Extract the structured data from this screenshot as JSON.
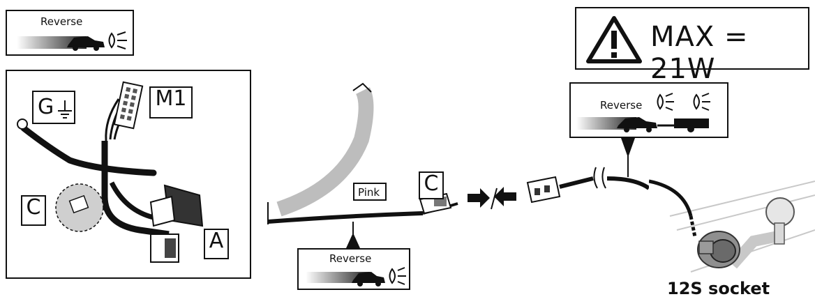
{
  "reverse_badges": {
    "top_left": "Reverse",
    "bottom_center": "Reverse",
    "trailer": "Reverse"
  },
  "warning": {
    "text": "MAX = 21W",
    "icon": "warning-triangle-icon"
  },
  "harness_panel": {
    "ground_label": "G",
    "connector_m1_label": "M1",
    "connector_c_label": "C",
    "connector_a_label": "A"
  },
  "wire": {
    "color_label": "Pink",
    "connector_c_label": "C"
  },
  "socket": {
    "caption": "12S socket"
  },
  "colors": {
    "line": "#111111",
    "gray": "#bdbdbd"
  }
}
